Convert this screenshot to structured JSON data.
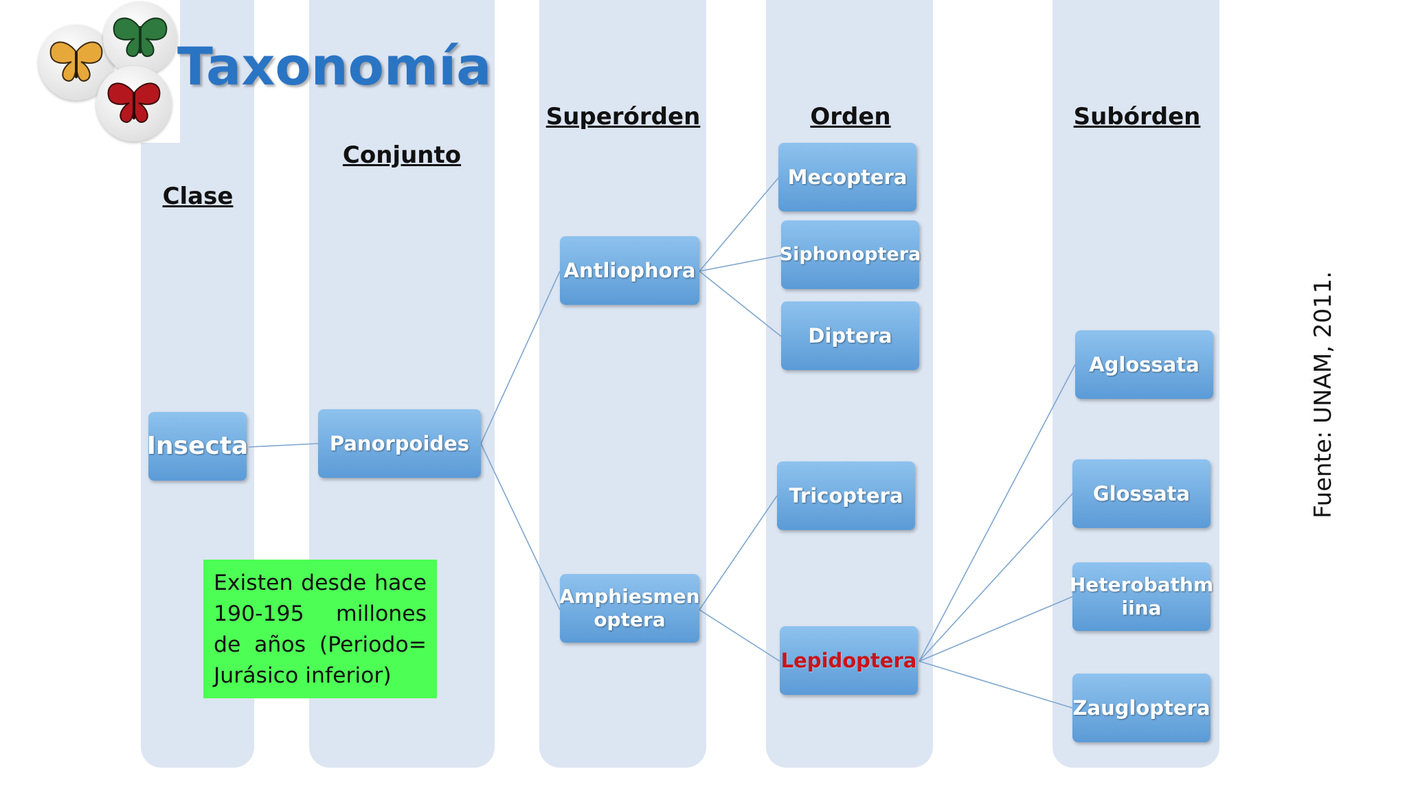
{
  "title": "Taxonomía",
  "columns": {
    "clase": "Clase",
    "conjunto": "Conjunto",
    "superorden": "Superórden",
    "orden": "Orden",
    "suborden": "Subórden"
  },
  "nodes": {
    "insecta": "Insecta",
    "panorpoides": "Panorpoides",
    "antliophora": "Antliophora",
    "amphiesmenoptera": "Amphiesmen optera",
    "mecoptera": "Mecoptera",
    "siphonoptera": "Siphonoptera",
    "diptera": "Diptera",
    "tricoptera": "Tricoptera",
    "lepidoptera": "Lepidoptera",
    "aglossata": "Aglossata",
    "glossata": "Glossata",
    "heterobathmiina": "Heterobathm iina",
    "zeugloptera": "Zaugloptera"
  },
  "note": "Existen desde hace 190-195 millones de años (Periodo= Jurásico inferior)",
  "source": "Fuente: UNAM, 2011.",
  "colors": {
    "lane": "#dce5f2",
    "node": "#5b9bd6",
    "title": "#2a74c4",
    "highlight": "#c8141a",
    "note": "#4dff55",
    "connector": "#7fa6cf"
  }
}
